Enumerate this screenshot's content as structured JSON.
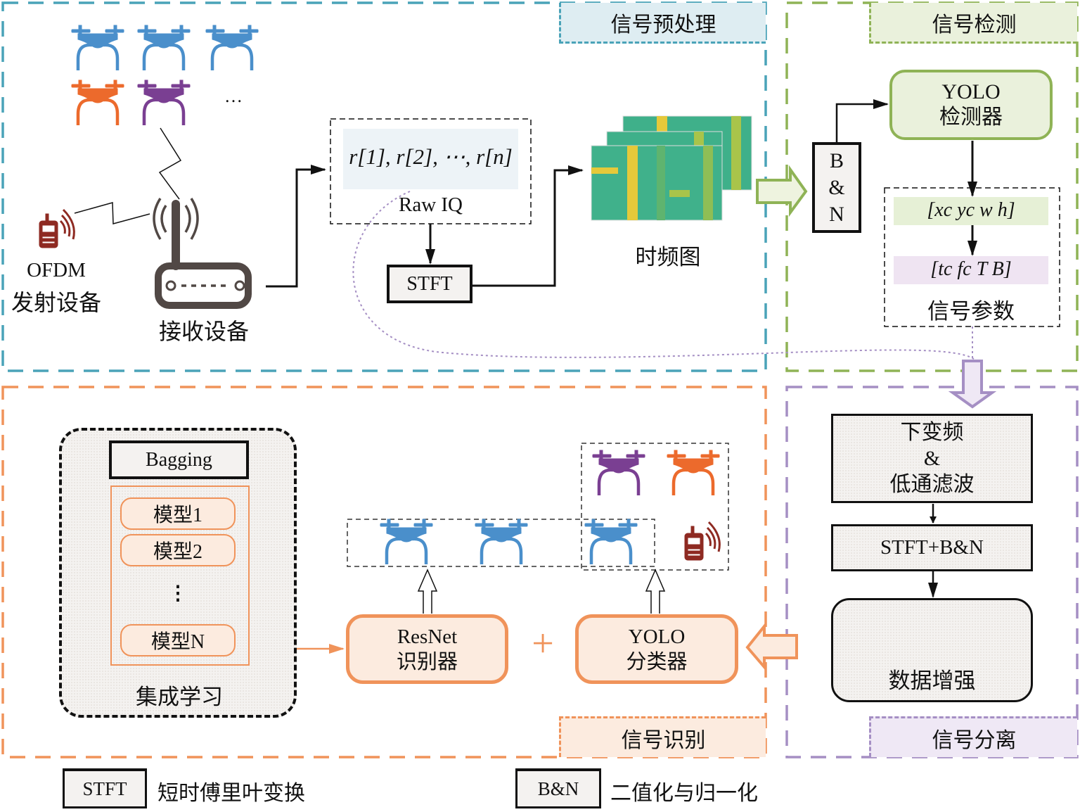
{
  "regions": {
    "preprocess": {
      "title": "信号预处理",
      "color": "#4aa3b8",
      "fill": "#deedf2"
    },
    "detection": {
      "title": "信号检测",
      "color": "#8fb356",
      "fill": "#eaf1dc"
    },
    "recognition": {
      "title": "信号识别",
      "color": "#f0935a",
      "fill": "#fcebdf"
    },
    "separation": {
      "title": "信号分离",
      "color": "#a58fc4",
      "fill": "#efe8f5"
    }
  },
  "preprocess": {
    "drones_ellipsis": "…",
    "transmitter_label_line1": "OFDM",
    "transmitter_label_line2": "发射设备",
    "receiver_label": "接收设备",
    "raw_iq_sequence": "r[1], r[2], ⋯, r[n]",
    "raw_iq_label": "Raw IQ",
    "stft_label": "STFT",
    "spectrogram_label": "时频图"
  },
  "detection": {
    "bn_label_lines": [
      "B",
      "&",
      "N"
    ],
    "yolo_line1": "YOLO",
    "yolo_line2": "检测器",
    "bbox_vector": "[xc yc w h]",
    "param_vector": "[tc fc T B]",
    "params_label": "信号参数"
  },
  "separation": {
    "downconvert_line1": "下变频",
    "downconvert_line2": "&",
    "downconvert_line3": "低通滤波",
    "stft_bn_label": "STFT+B&N",
    "augmentation_label": "数据增强"
  },
  "recognition": {
    "bagging_label": "Bagging",
    "models": [
      "模型1",
      "模型2",
      "⋮",
      "模型N"
    ],
    "ensemble_label": "集成学习",
    "resnet_line1": "ResNet",
    "resnet_line2": "识别器",
    "plus_sign": "+",
    "yolo_line1": "YOLO",
    "yolo_line2": "分类器"
  },
  "legend": [
    {
      "key": "STFT",
      "desc": "短时傅里叶变换"
    },
    {
      "key": "B&N",
      "desc": "二值化与归一化"
    }
  ],
  "icon_colors": {
    "blue_drone": "#4a8fcb",
    "orange_drone": "#ec6a2c",
    "purple_drone": "#7a3f92",
    "radio": "#8e2a22",
    "router": "#514845"
  }
}
